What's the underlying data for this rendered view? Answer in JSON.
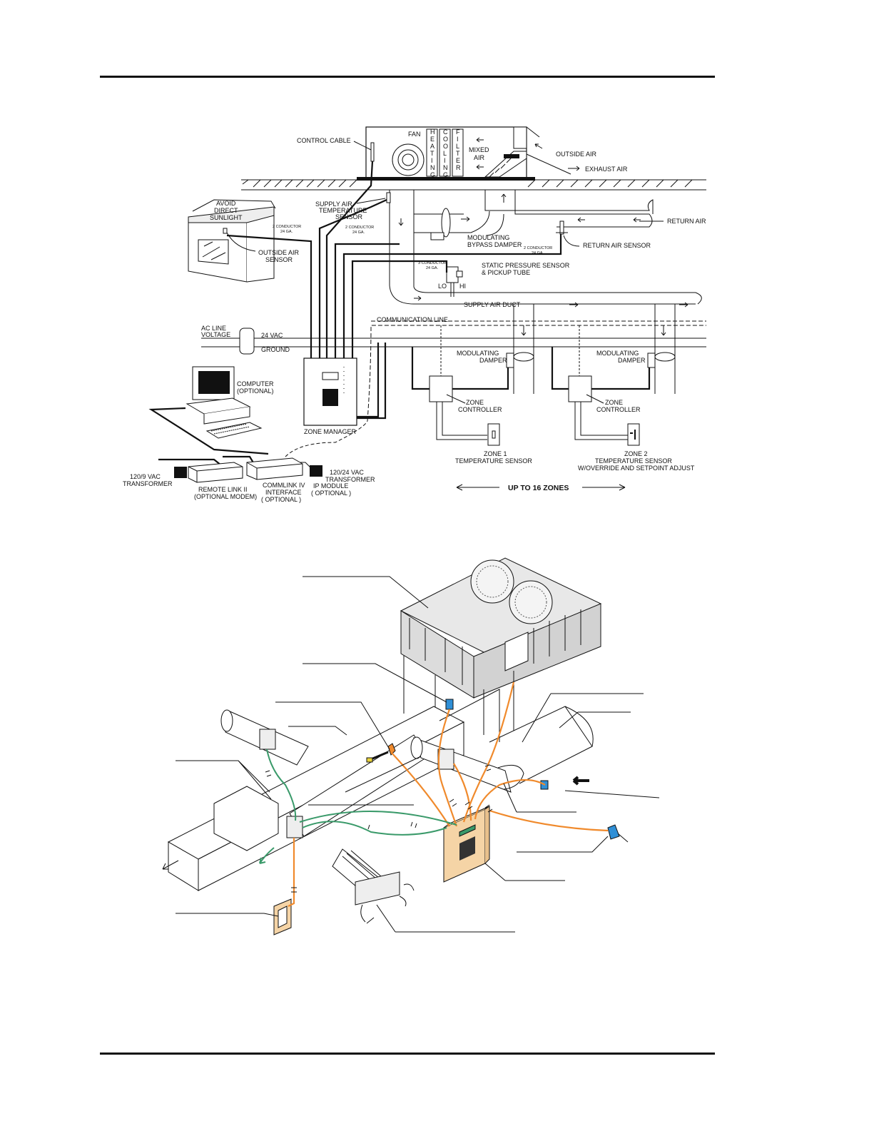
{
  "diagram_top": {
    "labels": {
      "control_cable": "CONTROL CABLE",
      "fan": "FAN",
      "heating": "HEATING",
      "cooling": "COOLING",
      "filter": "FILTER",
      "mixed_air_1": "MIXED",
      "mixed_air_2": "AIR",
      "outside_air": "OUTSIDE AIR",
      "exhaust_air": "EXHAUST AIR",
      "avoid_1": "AVOID",
      "avoid_2": "DIRECT",
      "avoid_3": "SUNLIGHT",
      "supply_air_temp_1": "SUPPLY AIR",
      "supply_air_temp_2": "TEMPERATURE",
      "supply_air_temp_3": "SENSOR",
      "return_air": "RETURN AIR",
      "conductor_a_1": "2 CONDUCTOR",
      "conductor_a_2": "24 GA.",
      "conductor_b_1": "2 CONDUCTOR",
      "conductor_b_2": "24 GA.",
      "conductor_c_1": "2 CONDUCTOR",
      "conductor_c_2": "24 GA.",
      "conductor_d_1": "3 CONDUCTOR",
      "conductor_d_2": "24 GA.",
      "modulating_bypass_1": "MODULATING",
      "modulating_bypass_2": "BYPASS DAMPER",
      "return_air_sensor": "RETURN AIR SENSOR",
      "outside_air_sensor_1": "OUTSIDE AIR",
      "outside_air_sensor_2": "SENSOR",
      "static_pressure_1": "STATIC PRESSURE SENSOR",
      "static_pressure_2": "& PICKUP TUBE",
      "lo": "LO",
      "hi": "HI",
      "supply_air_duct": "SUPPLY AIR DUCT",
      "communication_line": "COMMUNICATION LINE",
      "ac_line_1": "AC LINE",
      "ac_line_2": "VOLTAGE",
      "vac24": "24 VAC",
      "ground": "GROUND",
      "computer_1": "COMPUTER",
      "computer_2": "(OPTIONAL)",
      "zone_manager": "ZONE MANAGER",
      "modulating_damper_1a": "MODULATING",
      "modulating_damper_1b": "DAMPER",
      "modulating_damper_2a": "MODULATING",
      "modulating_damper_2b": "DAMPER",
      "zone_controller_1a": "ZONE",
      "zone_controller_1b": "CONTROLLER",
      "zone_controller_2a": "ZONE",
      "zone_controller_2b": "CONTROLLER",
      "zone1_sensor_1": "ZONE 1",
      "zone1_sensor_2": "TEMPERATURE SENSOR",
      "zone2_sensor_1": "ZONE 2",
      "zone2_sensor_2": "TEMPERATURE SENSOR",
      "zone2_sensor_3": "W/OVERRIDE AND SETPOINT ADJUST",
      "transformer_1a": "120/9 VAC",
      "transformer_1b": "TRANSFORMER",
      "remote_link_1": "REMOTE LINK II",
      "remote_link_2": "(OPTIONAL MODEM)",
      "commlink_1": "COMMLINK IV",
      "commlink_2": "INTERFACE",
      "commlink_3": "( OPTIONAL )",
      "ip_module_1": "IP MODULE",
      "ip_module_2": "( OPTIONAL )",
      "transformer_2a": "120/24 VAC",
      "transformer_2b": "TRANSFORMER",
      "up_to_zones": "UP TO 16 ZONES"
    }
  },
  "colors": {
    "line": "#111111",
    "wire_orange": "#f08a2c",
    "wire_green": "#3a9a6a",
    "sensor_blue": "#2f8fd6",
    "panel_tan": "#f5d4a6",
    "unit_gray": "#e6e6e6"
  }
}
